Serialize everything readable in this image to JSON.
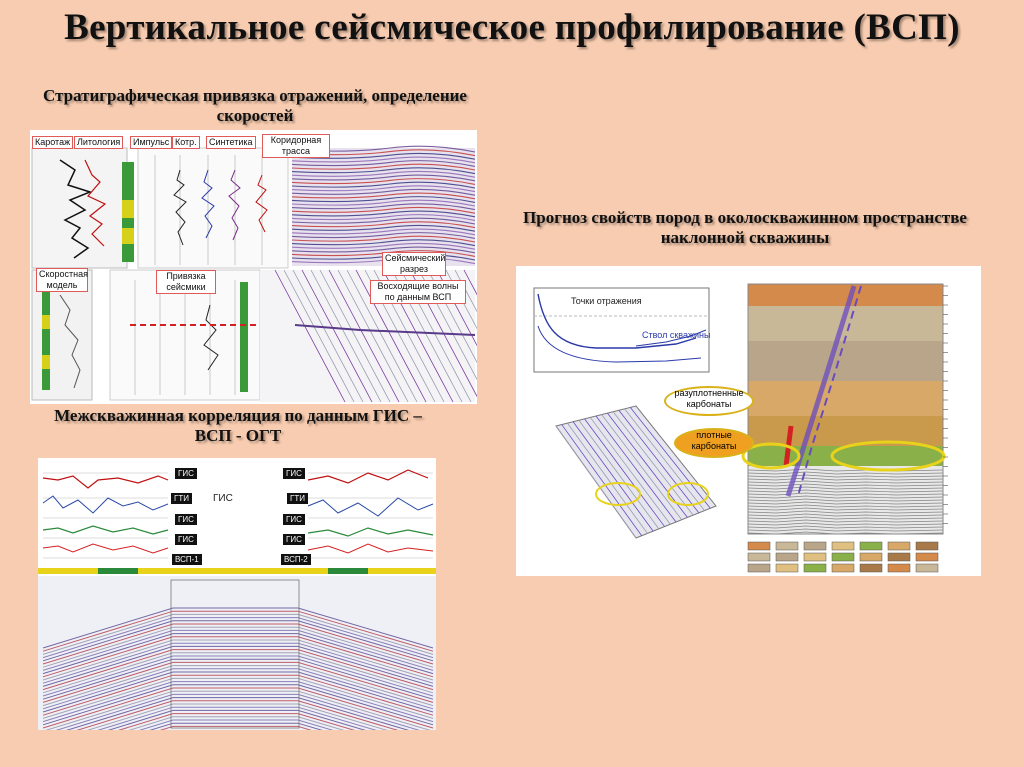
{
  "slide": {
    "title": "Вертикальное сейсмическое профилирование (ВСП)",
    "captions": {
      "stratigraphy": "Стратиграфическая привязка отражений, определение скоростей",
      "correlation": "Межскважинная корреляция по данным ГИС – ВСП - ОГТ",
      "forecast": "Прогноз свойств пород в околоскважинном пространстве  наклонной скважины"
    }
  },
  "figure1": {
    "track_labels": [
      "Каротаж",
      "Литология",
      "Импульс",
      "Котр.",
      "Синтетика"
    ],
    "corridor_label": "Коридорная трасса",
    "velocity_model": "Скоростная модель",
    "tie_label": "Привязка сейсмики",
    "seismic_section": "Сейсмический разрез",
    "upgoing_waves": "Восходящие волны по данным ВСП"
  },
  "figure2": {
    "tags_left": [
      "ГИС",
      "ГТИ",
      "ГИС",
      "ГИС",
      "ВСП-1"
    ],
    "tags_right": [
      "ГИС",
      "ГТИ",
      "ГИС",
      "ГИС",
      "ВСП-2"
    ],
    "center_label": "ГИС"
  },
  "figure3": {
    "reflection_points": "Точки отражения",
    "well_trunk": "Ствол скважины",
    "compacted_carbonates": "разуплотненные карбонаты",
    "dense_carbonates": "плотные карбонаты"
  },
  "colors": {
    "background": "#f8ccb0",
    "accent_red": "#d42020",
    "accent_yellow": "#e8d21a",
    "seismic_purple": "#5a3a8a"
  }
}
